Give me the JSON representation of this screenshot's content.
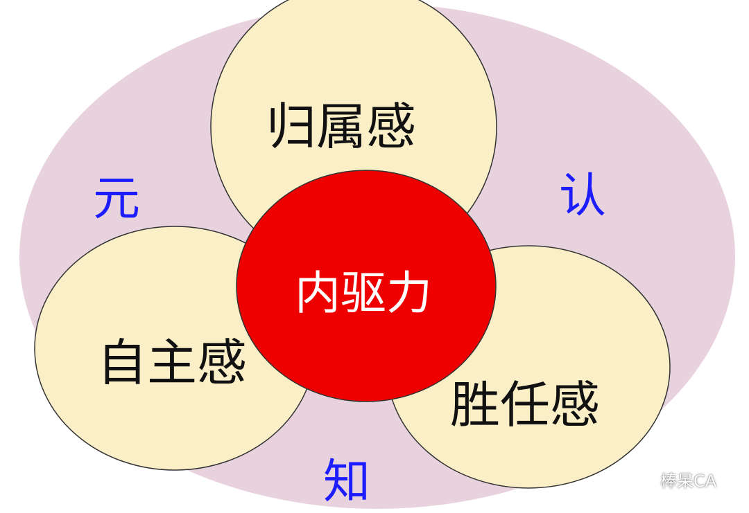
{
  "colors": {
    "outer_ring": "#e8d2dd",
    "outline": "#333333",
    "need_circle": "#fbefc8",
    "core": "#ee0000",
    "ring_text": "#1c1cff"
  },
  "meta_cognition": {
    "chars": [
      "元",
      "认",
      "知"
    ]
  },
  "needs": {
    "belonging": "归属感",
    "autonomy": "自主感",
    "competence": "胜任感"
  },
  "core": {
    "label": "内驱力"
  },
  "watermark": {
    "icon": "wechat-icon",
    "text": "棒呆CA"
  }
}
